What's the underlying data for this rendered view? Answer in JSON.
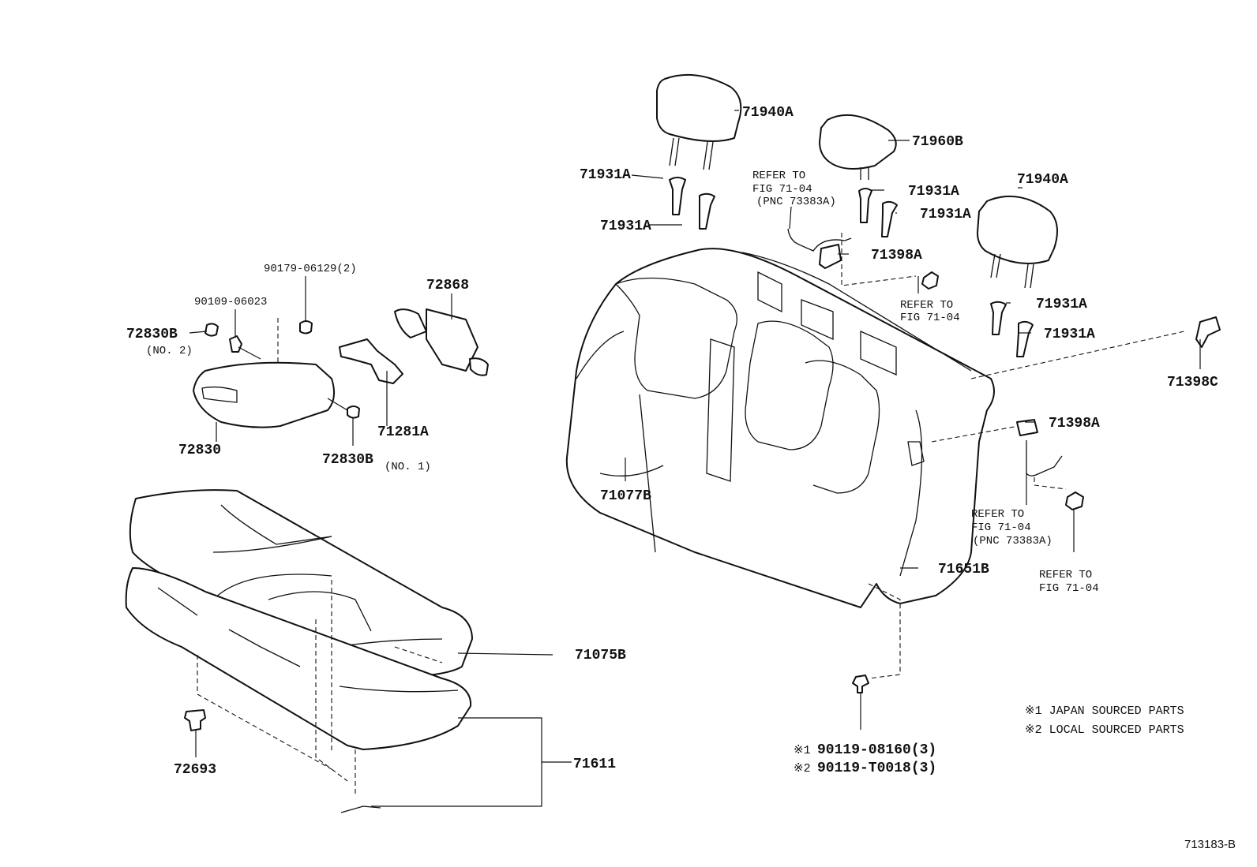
{
  "parts": {
    "headrest_left": "71940A",
    "headrest_center": "71960B",
    "headrest_right": "71940A",
    "support_left_upper": "71931A",
    "support_left_lower": "71931A",
    "support_center_upper": "71931A",
    "support_center_lower": "71931A",
    "support_right_upper": "71931A",
    "support_right_lower": "71931A",
    "bezel_upper": "71398A",
    "bezel_right": "71398A",
    "bezel_far_right": "71398C",
    "seatback": "71077B",
    "seatback_board": "71651B",
    "armrest": "72830",
    "armrest_cap_no2": "72830B",
    "armrest_cap_no2_note": "(NO. 2)",
    "armrest_cap_no1": "72830B",
    "armrest_cap_no1_note": "(NO. 1)",
    "screw_a": "90179-06129(2)",
    "screw_b": "90109-06023",
    "cup_holder": "72868",
    "hinge": "71281A",
    "cushion_cover": "71075B",
    "cushion_assy": "71611",
    "clip": "72693",
    "bolt_japan": "90119-08160(3)",
    "bolt_local": "90119-T0018(3)"
  },
  "refs": {
    "ref1_line1": "REFER TO",
    "ref1_line2": "FIG 71-04",
    "ref1_line3": "(PNC 73383A)",
    "ref2_line1": "REFER TO",
    "ref2_line2": "FIG 71-04",
    "ref3_line1": "REFER TO",
    "ref3_line2": "FIG 71-04",
    "ref3_line3": "(PNC 73383A)",
    "ref4_line1": "REFER TO",
    "ref4_line2": "FIG 71-04"
  },
  "notes": {
    "mark1": "※1",
    "mark2": "※2",
    "japan": "※1 JAPAN SOURCED PARTS",
    "local": "※2 LOCAL SOURCED PARTS"
  },
  "figure_code": "713183-B"
}
